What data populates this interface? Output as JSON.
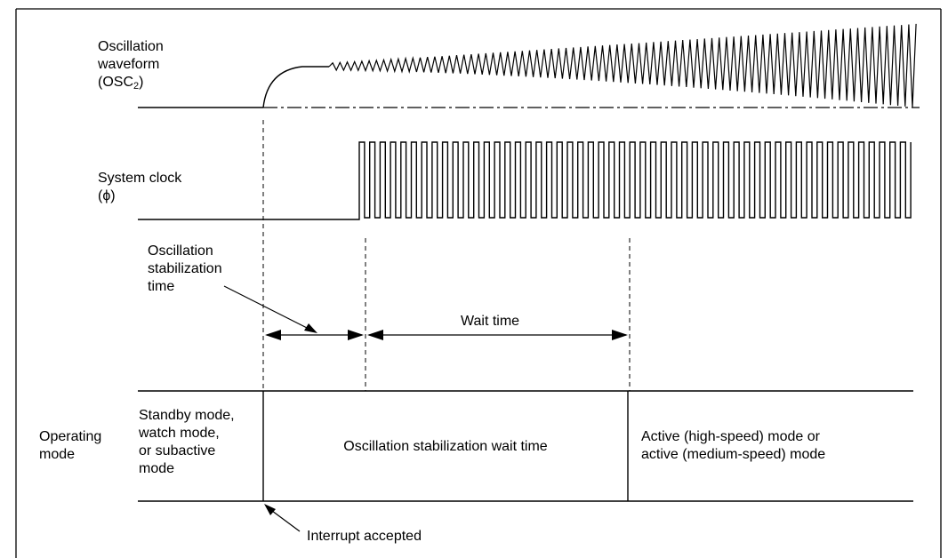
{
  "signals": {
    "osc": {
      "label_line1": "Oscillation",
      "label_line2": "waveform",
      "label_line3_prefix": "(OSC",
      "label_line3_sub": "2",
      "label_line3_suffix": ")"
    },
    "clock": {
      "label_line1": "System clock",
      "label_line2": "(ϕ)"
    }
  },
  "timing": {
    "stab_label": "Oscillation\nstabilization\ntime",
    "wait_label": "Wait time"
  },
  "operating_mode": {
    "label": "Operating\nmode",
    "cell_before": "Standby mode,\nwatch mode,\nor subactive\nmode",
    "cell_wait": "Oscillation stabilization wait time",
    "cell_after": "Active (high-speed) mode or\nactive (medium-speed) mode"
  },
  "interrupt": {
    "label": "Interrupt accepted"
  }
}
